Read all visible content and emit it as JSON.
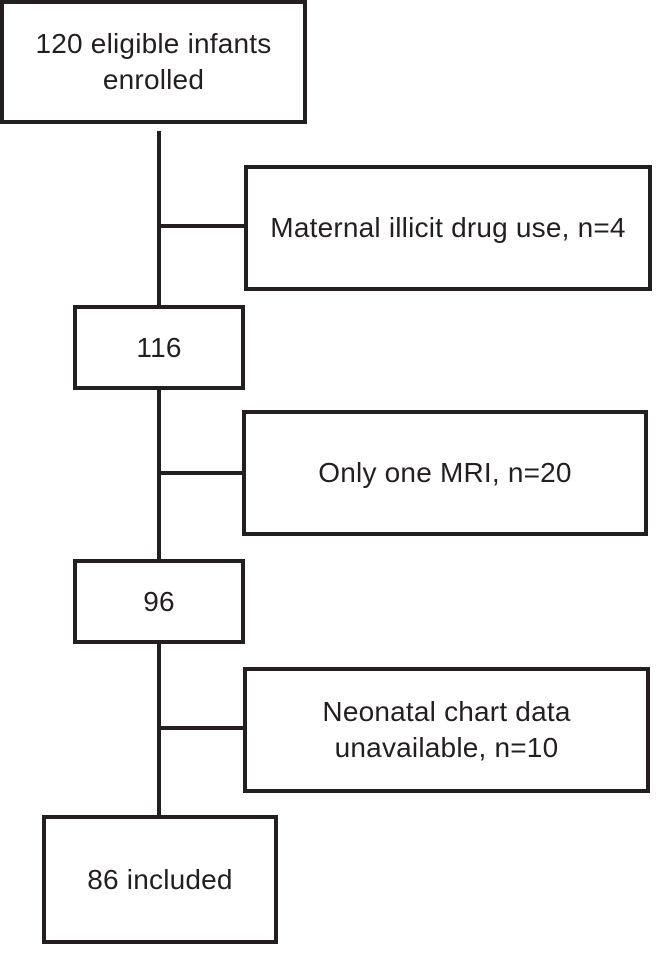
{
  "figure": {
    "type": "enrollment-flow-diagram",
    "background_color": "#ffffff",
    "line_color": "#231f20",
    "text_color": "#231f20"
  },
  "nodes": {
    "enrolled": {
      "label": "120 eligible infants\nenrolled"
    },
    "excluded_drug_use": {
      "label": "Maternal illicit drug use, n=4"
    },
    "after_drug_use": {
      "label": "116"
    },
    "excluded_one_mri": {
      "label": "Only one MRI, n=20"
    },
    "after_one_mri": {
      "label": "96"
    },
    "excluded_chart_data": {
      "label": "Neonatal chart data\nunavailable, n=10"
    },
    "included": {
      "label": "86 included"
    }
  }
}
